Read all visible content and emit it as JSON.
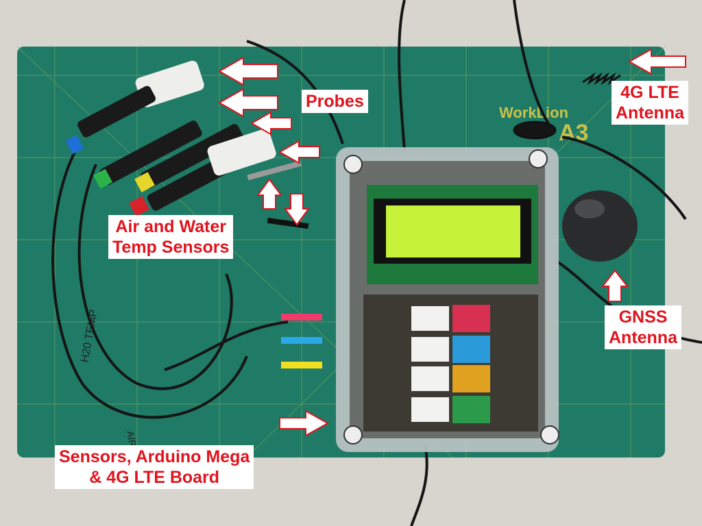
{
  "labels": {
    "probes": "Probes",
    "lte_antenna_line1": "4G LTE",
    "lte_antenna_line2": "Antenna",
    "temp_sensors_line1": "Air and Water",
    "temp_sensors_line2": "Temp Sensors",
    "gnss_line1": "GNSS",
    "gnss_line2": "Antenna",
    "board_line1": "Sensors, Arduino Mega",
    "board_line2": "& 4G LTE Board"
  },
  "mat": {
    "brand": "WorkLion",
    "size": "A3"
  },
  "tapes": {
    "water": "H20 TEMP",
    "air": "AIR"
  },
  "colors": {
    "label_text": "#e0141e",
    "mat": "#1f7a66",
    "lcd": "#c6f23a"
  }
}
